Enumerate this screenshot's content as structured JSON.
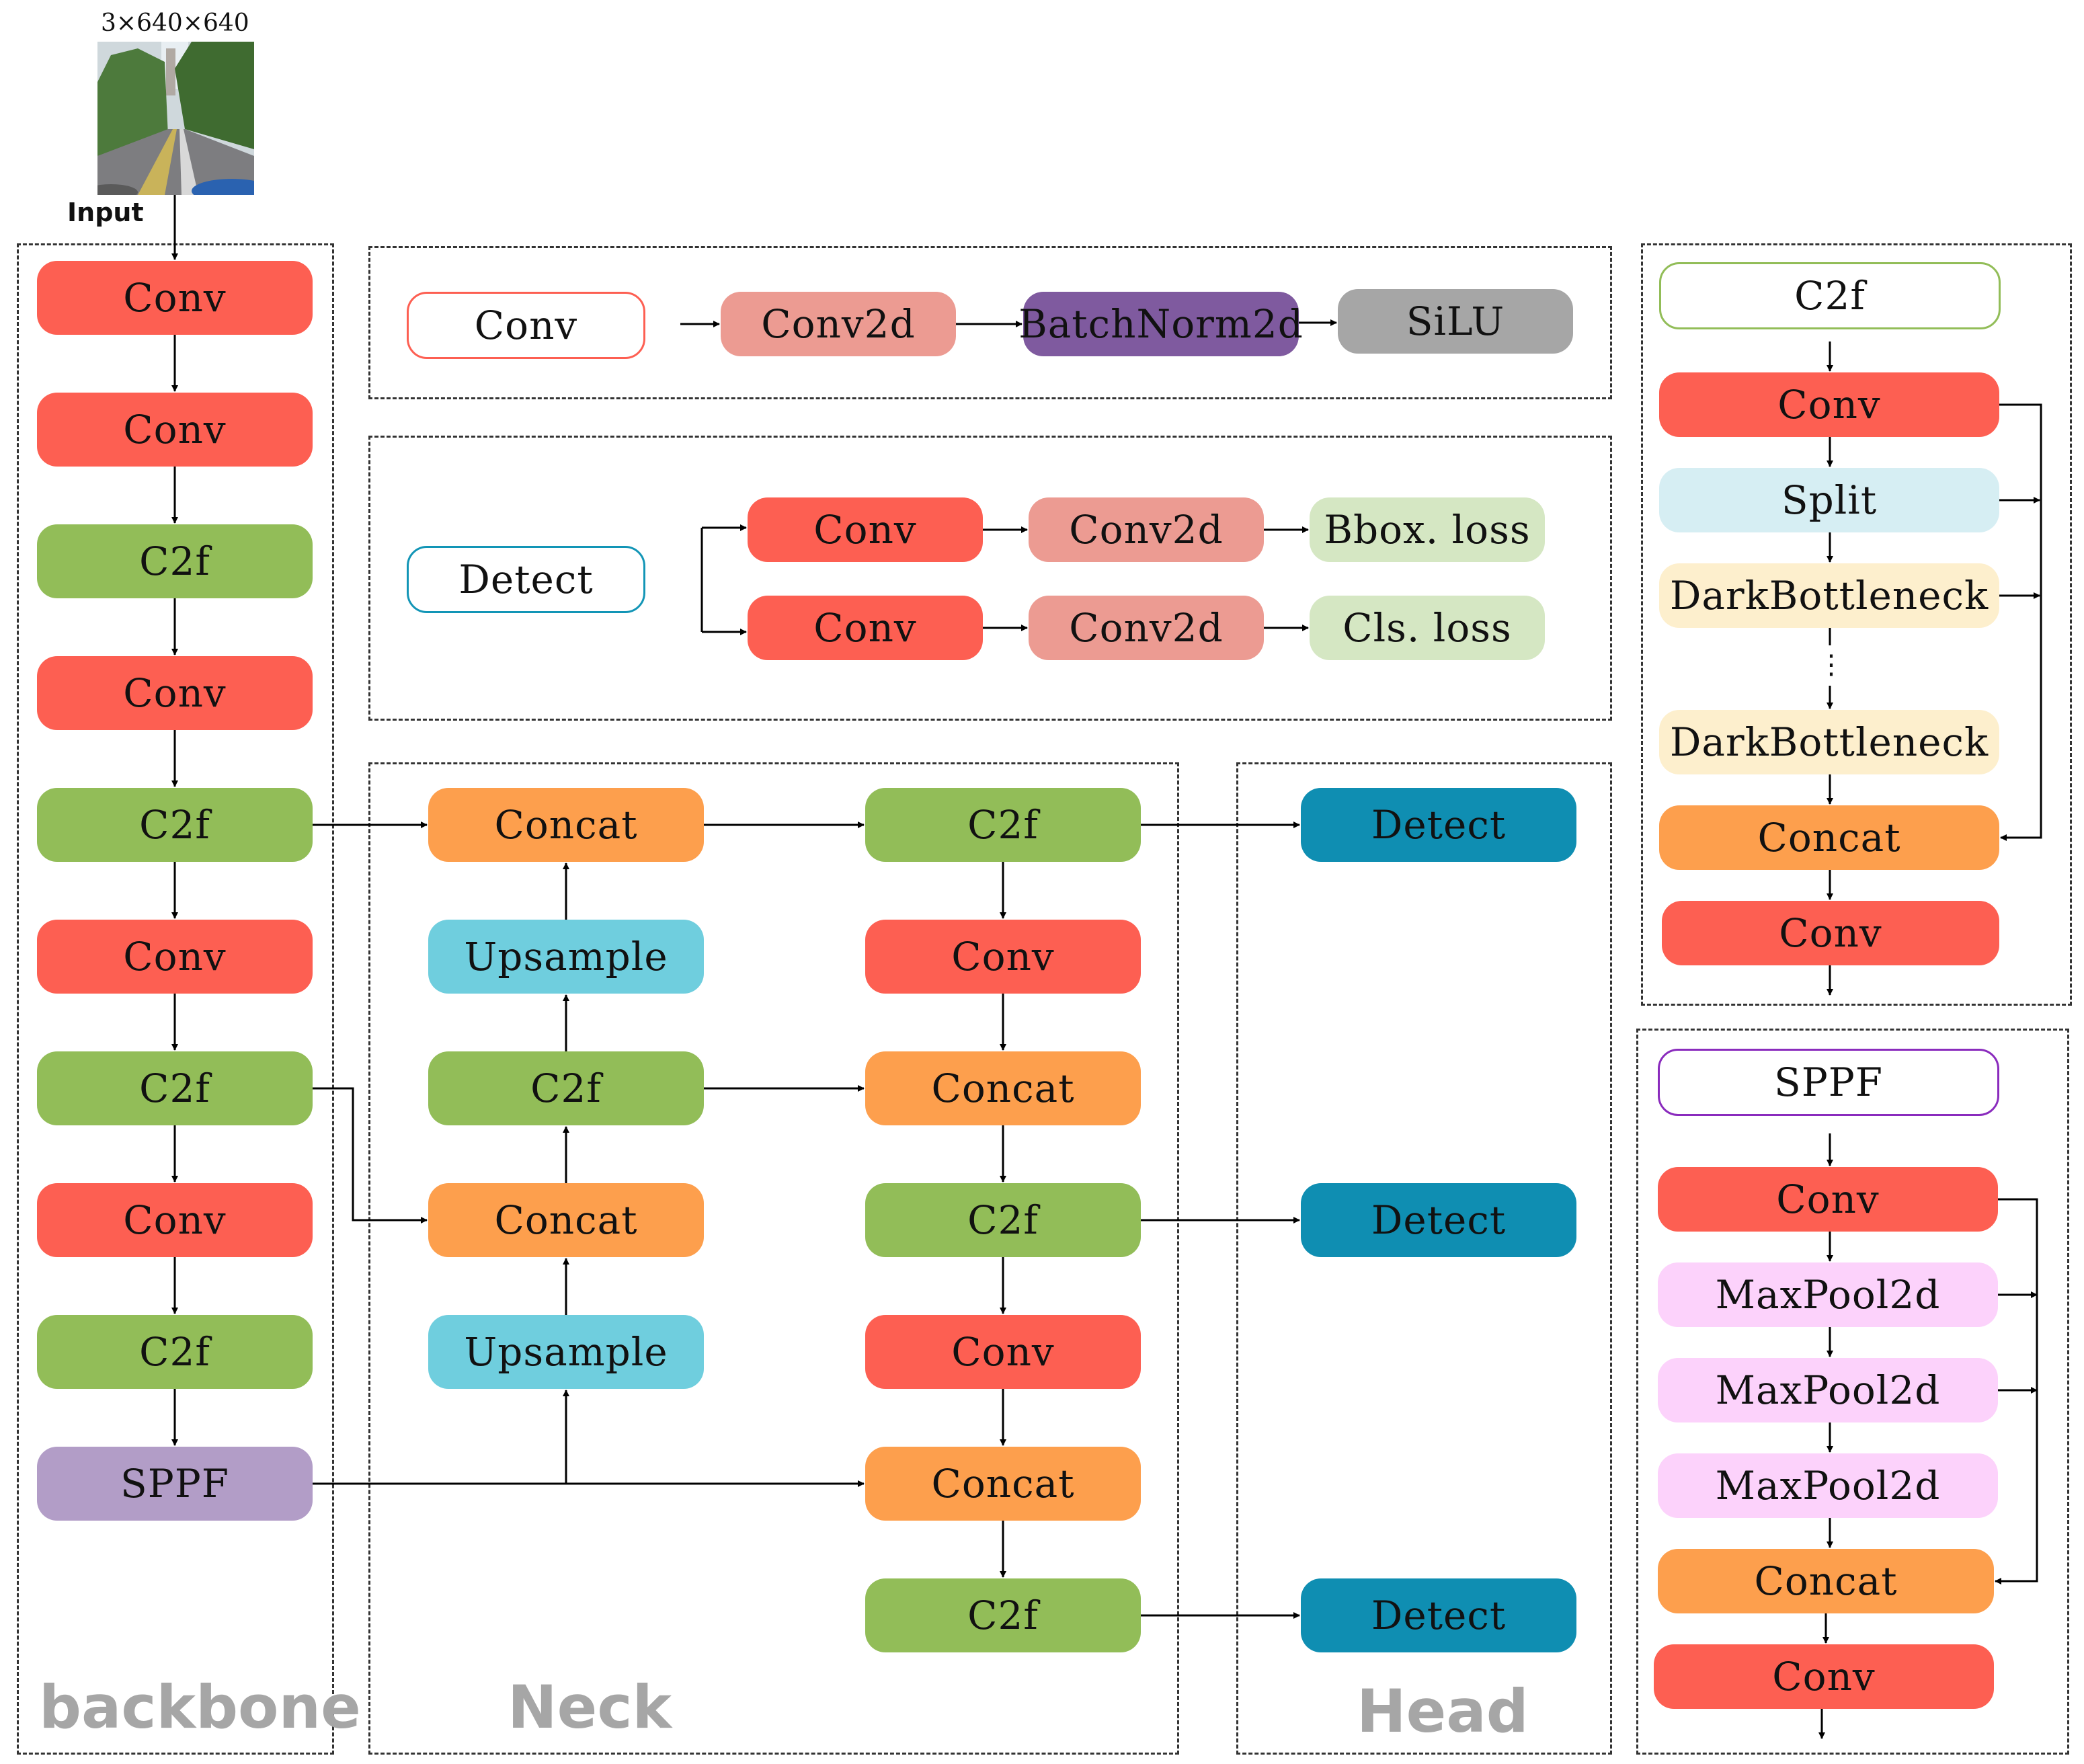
{
  "colors": {
    "conv": "#fd5f52",
    "c2f": "#92bd58",
    "sppf": "#b29dc7",
    "concat": "#fd9f4d",
    "upsample": "#6fcede",
    "detect_head": "#0f8eb2",
    "conv2d": "#ec9b92",
    "batchnorm": "#7f5a9f",
    "silu": "#a6a6a6",
    "loss": "#d5e7c3",
    "split": "#d6eef3",
    "darkbottleneck": "#fdefcd",
    "maxpool": "#fcd2fb",
    "outline_conv": "#fd5f52",
    "outline_detect": "#1295b6",
    "outline_c2f": "#92bd58",
    "outline_sppf": "#8a2bbd"
  },
  "input": {
    "size_label": "3×640×640",
    "label": "Input",
    "image": "road-scene-thumbnail"
  },
  "section_labels": {
    "backbone": "backbone",
    "neck": "Neck",
    "head": "Head"
  },
  "backbone": [
    "Conv",
    "Conv",
    "C2f",
    "Conv",
    "C2f",
    "Conv",
    "C2f",
    "Conv",
    "C2f",
    "SPPF"
  ],
  "neck": {
    "left": [
      "Concat",
      "Upsample",
      "C2f",
      "Concat",
      "Upsample"
    ],
    "right": [
      "C2f",
      "Conv",
      "Concat",
      "C2f",
      "Conv",
      "Concat",
      "C2f"
    ]
  },
  "head": [
    "Detect",
    "Detect",
    "Detect"
  ],
  "legend_conv": {
    "title": "Conv",
    "steps": [
      "Conv2d",
      "BatchNorm2d",
      "SiLU"
    ]
  },
  "legend_detect": {
    "title": "Detect",
    "rows": [
      {
        "conv": "Conv",
        "conv2d": "Conv2d",
        "loss": "Bbox. loss"
      },
      {
        "conv": "Conv",
        "conv2d": "Conv2d",
        "loss": "Cls. loss"
      }
    ]
  },
  "legend_c2f": {
    "title": "C2f",
    "steps": [
      "Conv",
      "Split",
      "DarkBottleneck",
      "DarkBottleneck",
      "Concat",
      "Conv"
    ],
    "ellipsis": "⋮"
  },
  "legend_sppf": {
    "title": "SPPF",
    "steps": [
      "Conv",
      "MaxPool2d",
      "MaxPool2d",
      "MaxPool2d",
      "Concat",
      "Conv"
    ]
  }
}
